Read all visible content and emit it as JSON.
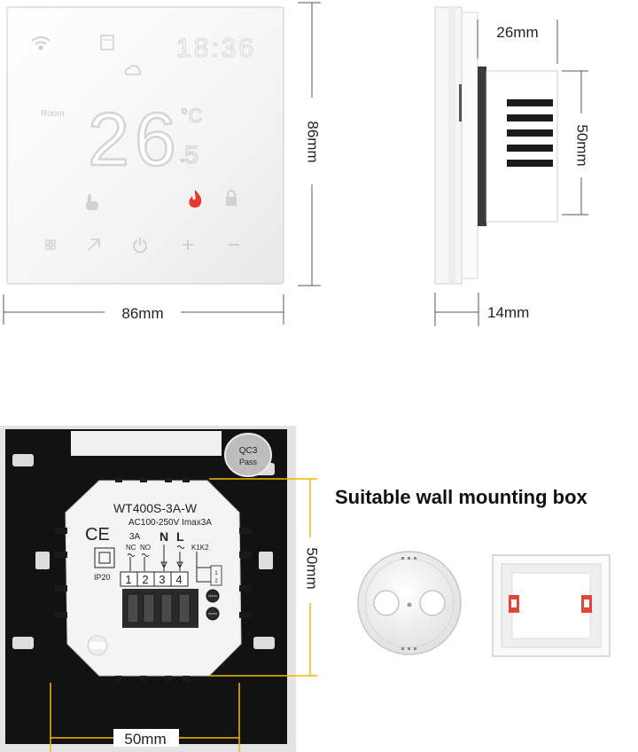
{
  "front_view": {
    "clock": "18:36",
    "room_label": "Room",
    "temperature": "26",
    "temperature_decimal": "5",
    "unit": "°C",
    "width_label": "86mm",
    "height_label": "86mm"
  },
  "side_view": {
    "depth_top_label": "26mm",
    "box_height_label": "50mm",
    "depth_bottom_label": "14mm"
  },
  "back_view": {
    "qc_badge_line1": "QC3",
    "qc_badge_line2": "Pass",
    "model": "WT400S-3A-W",
    "rating": "AC100-250V Imax3A",
    "ce_mark": "CE",
    "current_label": "3A",
    "nc_label": "NC",
    "no_label": "NO",
    "n_label": "N",
    "l_label": "L",
    "k_label": "K1K2",
    "ip_label": "IP20",
    "terminal_1": "1",
    "terminal_2": "2",
    "terminal_3": "3",
    "terminal_4": "4",
    "mini_1": "1",
    "mini_2": "2",
    "height_label": "50mm",
    "width_label": "50mm"
  },
  "mounting": {
    "title": "Suitable wall mounting box"
  },
  "colors": {
    "dimension_line": "#555555",
    "accent_yellow": "#f2b705",
    "flame_red": "#e63a2e",
    "panel_black": "#121212"
  }
}
